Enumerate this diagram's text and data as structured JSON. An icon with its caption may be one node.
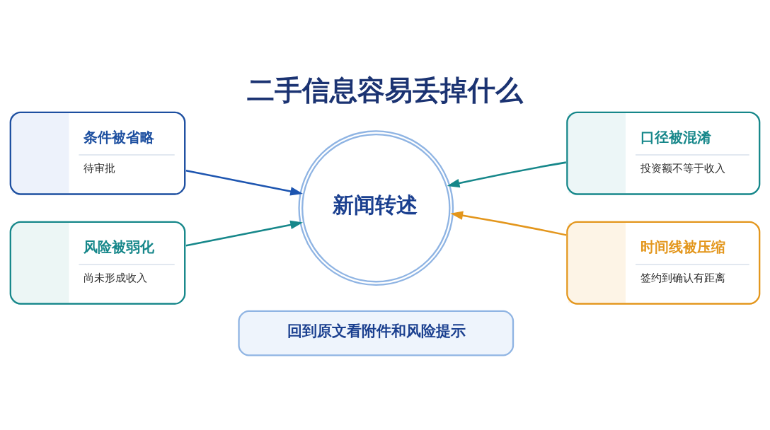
{
  "diagram": {
    "title": "二手信息容易丢掉什么",
    "nodes": [
      {
        "text": [
          "条件被省略",
          "待审批"
        ]
      },
      {
        "text": [
          "口径被混淆",
          "投资额不等于收入"
        ]
      },
      {
        "text": [
          "新闻转述"
        ]
      },
      {
        "text": [
          "风险被弱化",
          "尚未形成收入"
        ]
      },
      {
        "text": [
          "时间线被压缩",
          "签约到确认有距离"
        ]
      },
      {
        "text": [
          "回到原文看附件和风险提示"
        ]
      }
    ],
    "edges": [
      {
        "from": 0,
        "to": 2,
        "arrow": "to",
        "color": "#1d55b0"
      },
      {
        "from": 1,
        "to": 2,
        "arrow": "to"
      },
      {
        "from": 3,
        "to": 2,
        "arrow": "to"
      },
      {
        "from": 4,
        "to": 2,
        "arrow": "to",
        "color": "#e3961c"
      }
    ]
  }
}
